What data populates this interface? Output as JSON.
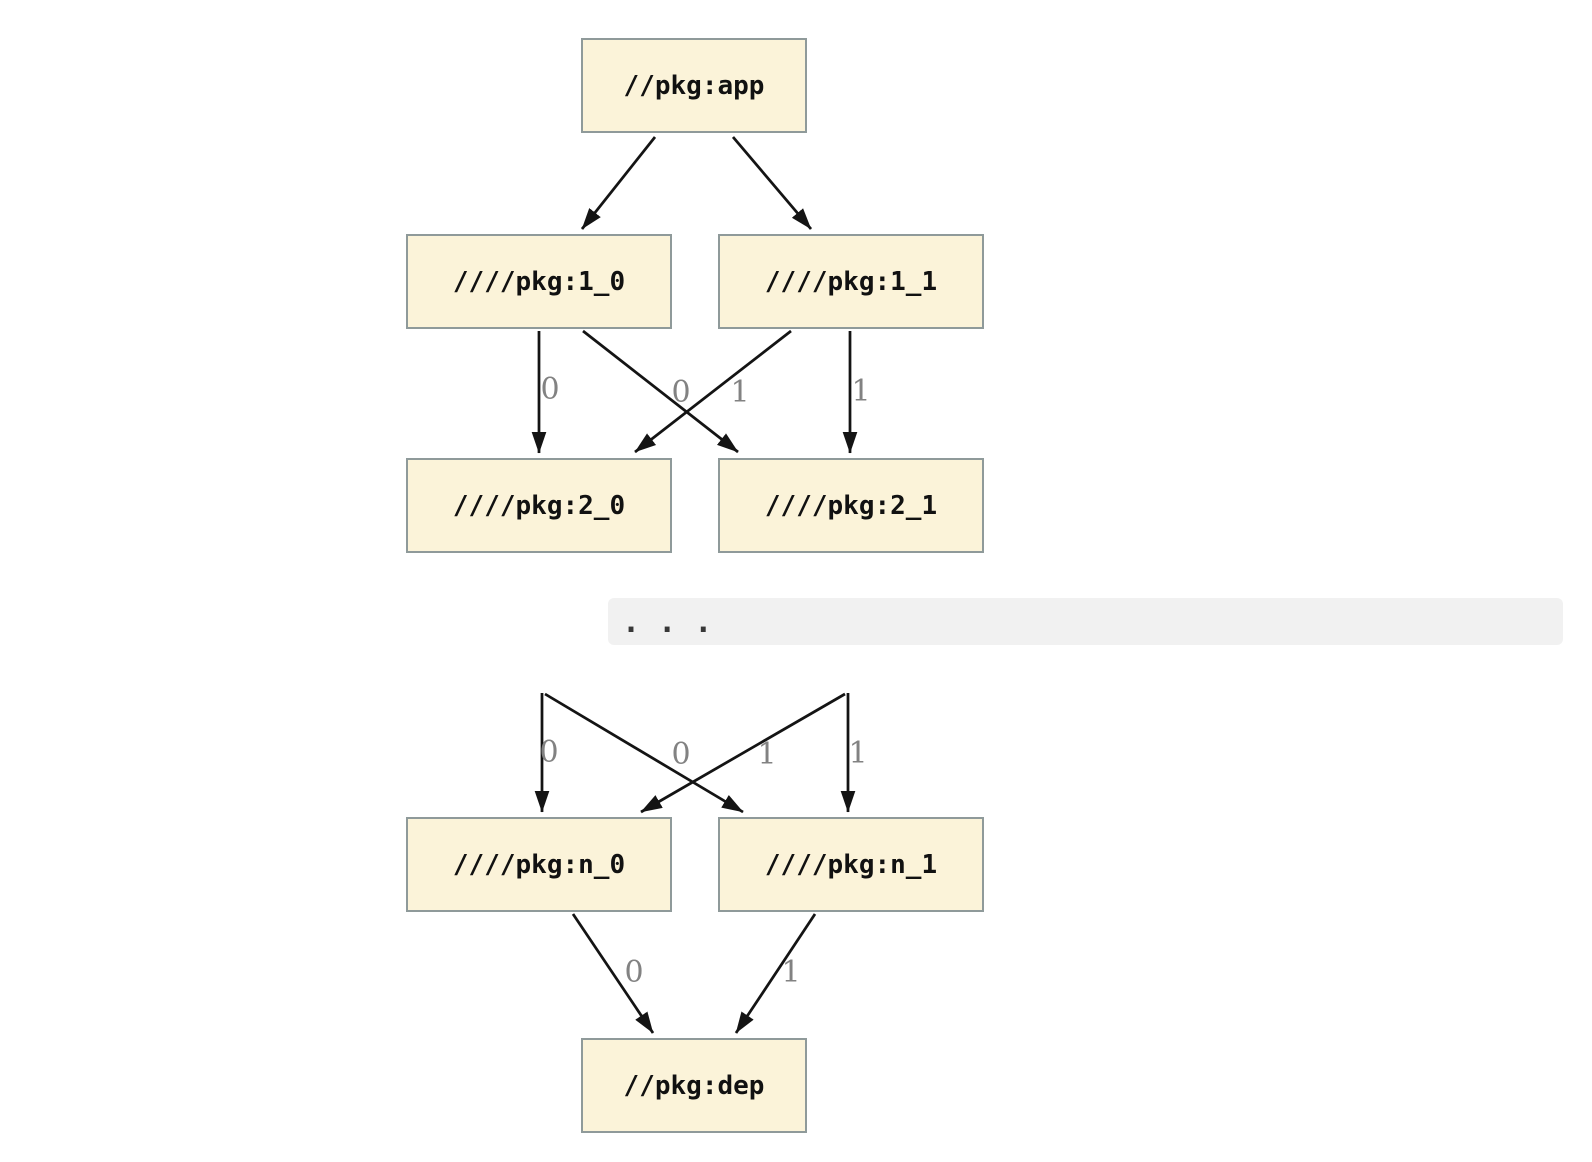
{
  "diagram": {
    "type": "dependency-graph",
    "description": "Package dependency graph with elided middle rows",
    "nodes": [
      {
        "id": "app",
        "label": "//pkg:app"
      },
      {
        "id": "1_0",
        "label": "////pkg:1_0"
      },
      {
        "id": "1_1",
        "label": "////pkg:1_1"
      },
      {
        "id": "2_0",
        "label": "////pkg:2_0"
      },
      {
        "id": "2_1",
        "label": "////pkg:2_1"
      },
      {
        "id": "n_0",
        "label": "////pkg:n_0"
      },
      {
        "id": "n_1",
        "label": "////pkg:n_1"
      },
      {
        "id": "dep",
        "label": "//pkg:dep"
      }
    ],
    "ellipsis_text": ". . .",
    "edges": [
      {
        "from": "//pkg:app",
        "to": "////pkg:1_0",
        "label": ""
      },
      {
        "from": "//pkg:app",
        "to": "////pkg:1_1",
        "label": ""
      },
      {
        "from": "////pkg:1_0",
        "to": "////pkg:2_0",
        "label": "0"
      },
      {
        "from": "////pkg:1_0",
        "to": "////pkg:2_1",
        "label": "1"
      },
      {
        "from": "////pkg:1_1",
        "to": "////pkg:2_0",
        "label": "0"
      },
      {
        "from": "////pkg:1_1",
        "to": "////pkg:2_1",
        "label": "1"
      },
      {
        "from": "…",
        "to": "////pkg:n_0",
        "label": "0"
      },
      {
        "from": "…",
        "to": "////pkg:n_1",
        "label": "1"
      },
      {
        "from": "…",
        "to": "////pkg:n_0",
        "label": "0"
      },
      {
        "from": "…",
        "to": "////pkg:n_1",
        "label": "1"
      },
      {
        "from": "////pkg:n_0",
        "to": "//pkg:dep",
        "label": "0"
      },
      {
        "from": "////pkg:n_1",
        "to": "//pkg:dep",
        "label": "1"
      }
    ],
    "colors": {
      "node_fill": "#fbf3d9",
      "node_border": "#8f9a9a",
      "edge_line": "#141414",
      "edge_label": "#828282",
      "ellipsis_bar_bg": "#f1f1f1",
      "ellipsis_dots": "#383838",
      "background": "#ffffff"
    }
  }
}
